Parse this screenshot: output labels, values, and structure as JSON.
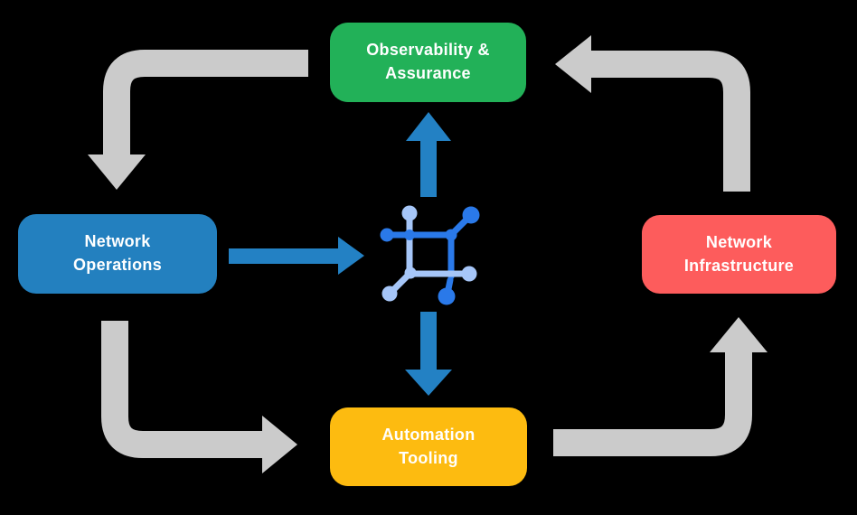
{
  "diagram": {
    "title": "network operations lifecycle diagram",
    "boxes": [
      {
        "id": "observability",
        "label": "Observability &\nAssurance",
        "color": "#22B158",
        "position": "top"
      },
      {
        "id": "operations",
        "label": "Network\nOperations",
        "color": "#2380BF",
        "position": "left"
      },
      {
        "id": "infrastructure",
        "label": "Network\nInfrastructure",
        "color": "#FD5C5C",
        "position": "right"
      },
      {
        "id": "automation",
        "label": "Automation\nTooling",
        "color": "#FDBB10",
        "position": "bottom"
      }
    ],
    "center_icon": "network-fabric-icon",
    "flow_cycle": [
      {
        "from": "observability",
        "to": "operations",
        "style": "gray-elbow-arrow"
      },
      {
        "from": "operations",
        "to": "automation",
        "style": "gray-elbow-arrow"
      },
      {
        "from": "automation",
        "to": "infrastructure",
        "style": "gray-elbow-arrow"
      },
      {
        "from": "infrastructure",
        "to": "observability",
        "style": "gray-elbow-arrow"
      }
    ],
    "center_links": [
      {
        "from": "operations",
        "to": "center-icon",
        "style": "blue-straight-arrow"
      },
      {
        "from": "center-icon",
        "to": "observability",
        "style": "blue-straight-arrow"
      },
      {
        "from": "center-icon",
        "to": "automation",
        "style": "blue-straight-arrow"
      }
    ]
  },
  "colors": {
    "background": "#000000",
    "box-green": "#22B158",
    "box-blue": "#2380BF",
    "box-red": "#FD5C5C",
    "box-yellow": "#FDBB10",
    "flow-arrow": "#CBCBCB",
    "process-arrow": "#2381C4",
    "icon-dark-blue": "#2A79E9",
    "icon-light-blue": "#A6C6F8",
    "label-text": "#FFFFFF"
  }
}
